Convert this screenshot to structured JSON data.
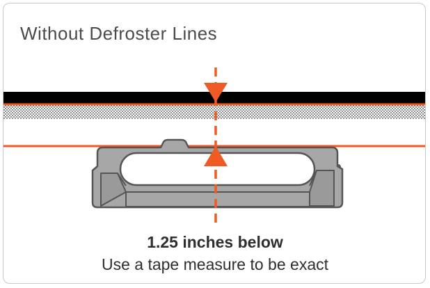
{
  "card": {
    "title": "Without Defroster Lines",
    "measurement": "1.25 inches below",
    "instruction": "Use a tape measure to be exact"
  },
  "colors": {
    "accent": "#f05a24",
    "glass_edge": "#000000",
    "mount": "#a7a7a7",
    "mount_outline": "#555555",
    "text": "#2e2e2e"
  },
  "icons": [
    "arrow-down-icon",
    "arrow-up-icon",
    "mount-bracket-icon"
  ]
}
